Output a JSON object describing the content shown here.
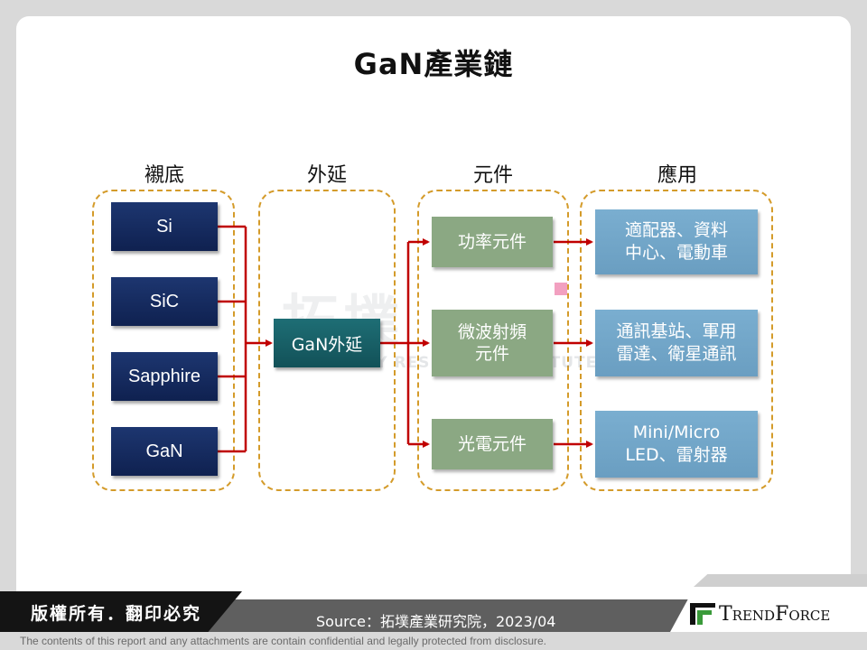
{
  "title": "GaN產業鏈",
  "columns": {
    "substrate": "襯底",
    "epitaxy": "外延",
    "component": "元件",
    "application": "應用"
  },
  "substrates": [
    "Si",
    "SiC",
    "Sapphire",
    "GaN"
  ],
  "epitaxy_box": "GaN外延",
  "components": [
    {
      "line1": "功率元件",
      "line2": ""
    },
    {
      "line1": "微波射頻",
      "line2": "元件"
    },
    {
      "line1": "光電元件",
      "line2": ""
    }
  ],
  "applications": [
    {
      "line1": "適配器、資料",
      "line2": "中心、電動車"
    },
    {
      "line1": "通訊基站、軍用",
      "line2": "雷達、衛星通訊"
    },
    {
      "line1": "Mini/Micro",
      "line2": "LED、雷射器"
    }
  ],
  "watermark": {
    "main": "拓墣",
    "sub": "TOPOLOGY RESEARCH INSTITUTE"
  },
  "footer": {
    "copyright": "版權所有．翻印必究",
    "source": "Source：拓墣產業研究院，2023/04",
    "brand": "TrendForce",
    "disclaimer": "The contents of this report and any attachments are contain confidential and legally protected from disclosure."
  },
  "colors": {
    "arrow": "#c00000",
    "dashed_border": "#d49b2a",
    "substrate_box": "#142a5e",
    "epitaxy_box": "#17626a",
    "component_box": "#8ba883",
    "application_box": "#72a6c9"
  }
}
